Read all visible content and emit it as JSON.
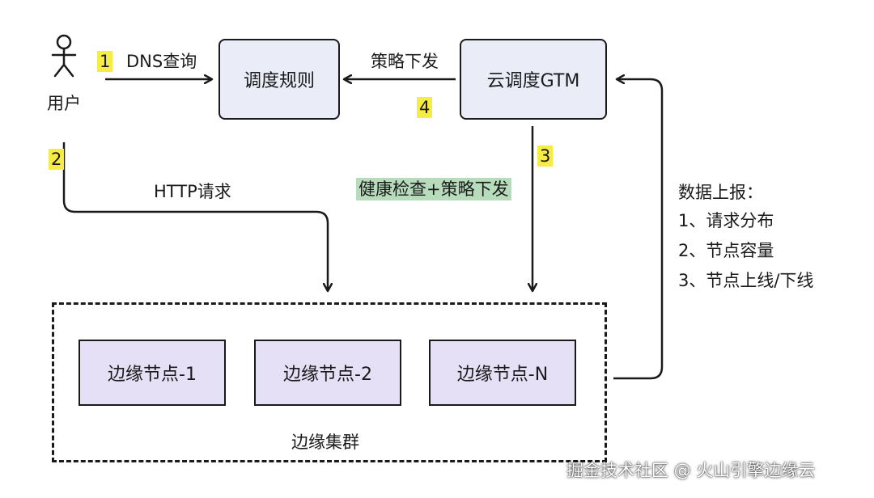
{
  "user": {
    "label": "用户",
    "icon": "person-icon"
  },
  "steps": {
    "s1": "1",
    "s2": "2",
    "s3": "3",
    "s4": "4"
  },
  "edges": {
    "dns_query": "DNS查询",
    "policy_push": "策略下发",
    "http_request": "HTTP请求",
    "health_check": "健康检查+策略下发"
  },
  "boxes": {
    "schedule_rules": "调度规则",
    "cloud_gtm": "云调度GTM"
  },
  "cluster": {
    "label": "边缘集群",
    "nodes": [
      "边缘节点-1",
      "边缘节点-2",
      "边缘节点-N"
    ]
  },
  "report": {
    "title": "数据上报：",
    "items": [
      "1、请求分布",
      "2、节点容量",
      "3、节点上线/下线"
    ]
  },
  "watermark": "掘金技术社区 @ 火山引擎边缘云",
  "colors": {
    "box_fill": "#eaedf8",
    "node_fill": "#e6e0f6",
    "step_highlight": "#f6ec46",
    "health_highlight": "#b7dcbc"
  }
}
